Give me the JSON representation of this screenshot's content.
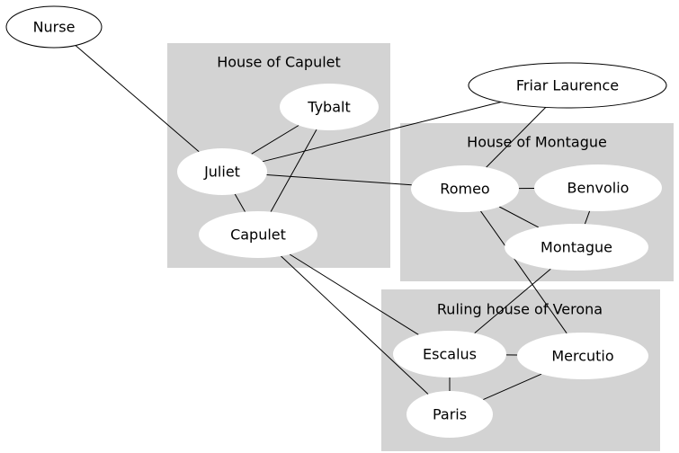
{
  "graph": {
    "clusters": [
      {
        "id": "capulet",
        "label": "House of Capulet"
      },
      {
        "id": "montague",
        "label": "House of Montague"
      },
      {
        "id": "verona",
        "label": "Ruling house of Verona"
      }
    ],
    "nodes": [
      {
        "id": "nurse",
        "label": "Nurse",
        "style": "outlined"
      },
      {
        "id": "friar",
        "label": "Friar Laurence",
        "style": "outlined"
      },
      {
        "id": "tybalt",
        "label": "Tybalt",
        "style": "filled"
      },
      {
        "id": "juliet",
        "label": "Juliet",
        "style": "filled"
      },
      {
        "id": "capulet",
        "label": "Capulet",
        "style": "filled"
      },
      {
        "id": "romeo",
        "label": "Romeo",
        "style": "filled"
      },
      {
        "id": "benvolio",
        "label": "Benvolio",
        "style": "filled"
      },
      {
        "id": "montague",
        "label": "Montague",
        "style": "filled"
      },
      {
        "id": "escalus",
        "label": "Escalus",
        "style": "filled"
      },
      {
        "id": "mercutio",
        "label": "Mercutio",
        "style": "filled"
      },
      {
        "id": "paris",
        "label": "Paris",
        "style": "filled"
      }
    ],
    "edges": [
      [
        "nurse",
        "juliet"
      ],
      [
        "juliet",
        "tybalt"
      ],
      [
        "juliet",
        "capulet"
      ],
      [
        "tybalt",
        "capulet"
      ],
      [
        "juliet",
        "friar"
      ],
      [
        "juliet",
        "romeo"
      ],
      [
        "friar",
        "romeo"
      ],
      [
        "romeo",
        "benvolio"
      ],
      [
        "romeo",
        "montague"
      ],
      [
        "benvolio",
        "montague"
      ],
      [
        "romeo",
        "mercutio"
      ],
      [
        "montague",
        "escalus"
      ],
      [
        "capulet",
        "escalus"
      ],
      [
        "capulet",
        "paris"
      ],
      [
        "escalus",
        "mercutio"
      ],
      [
        "escalus",
        "paris"
      ],
      [
        "paris",
        "mercutio"
      ]
    ],
    "colors": {
      "cluster_fill": "#d3d3d3",
      "node_fill": "#ffffff",
      "edge": "#000000"
    }
  }
}
